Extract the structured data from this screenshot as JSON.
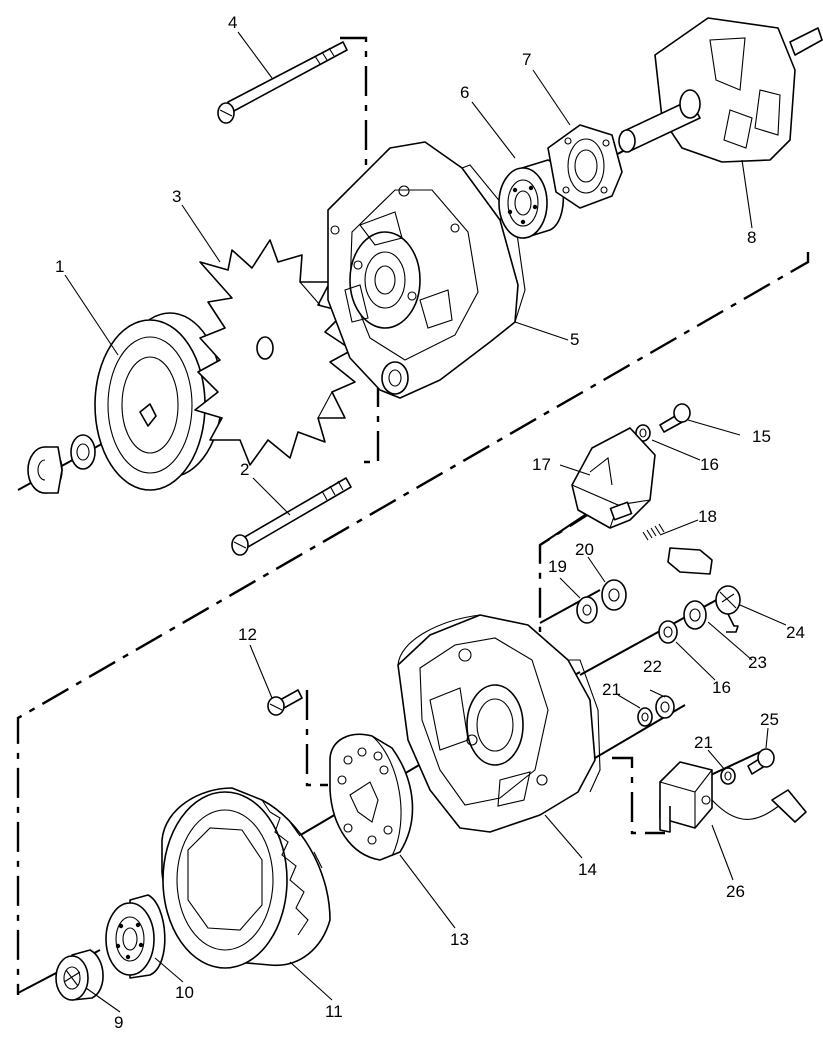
{
  "diagram": {
    "callouts": [
      {
        "id": "c1",
        "text": "1"
      },
      {
        "id": "c2",
        "text": "2"
      },
      {
        "id": "c3",
        "text": "3"
      },
      {
        "id": "c4",
        "text": "4"
      },
      {
        "id": "c5",
        "text": "5"
      },
      {
        "id": "c6",
        "text": "6"
      },
      {
        "id": "c7",
        "text": "7"
      },
      {
        "id": "c8",
        "text": "8"
      },
      {
        "id": "c9",
        "text": "9"
      },
      {
        "id": "c10",
        "text": "10"
      },
      {
        "id": "c11",
        "text": "11"
      },
      {
        "id": "c12",
        "text": "12"
      },
      {
        "id": "c13",
        "text": "13"
      },
      {
        "id": "c14",
        "text": "14"
      },
      {
        "id": "c15",
        "text": "15"
      },
      {
        "id": "c16a",
        "text": "16"
      },
      {
        "id": "c16b",
        "text": "16"
      },
      {
        "id": "c17",
        "text": "17"
      },
      {
        "id": "c18",
        "text": "18"
      },
      {
        "id": "c19",
        "text": "19"
      },
      {
        "id": "c20",
        "text": "20"
      },
      {
        "id": "c21a",
        "text": "21"
      },
      {
        "id": "c21b",
        "text": "21"
      },
      {
        "id": "c22",
        "text": "22"
      },
      {
        "id": "c23",
        "text": "23"
      },
      {
        "id": "c24",
        "text": "24"
      },
      {
        "id": "c25",
        "text": "25"
      },
      {
        "id": "c26",
        "text": "26"
      }
    ]
  }
}
